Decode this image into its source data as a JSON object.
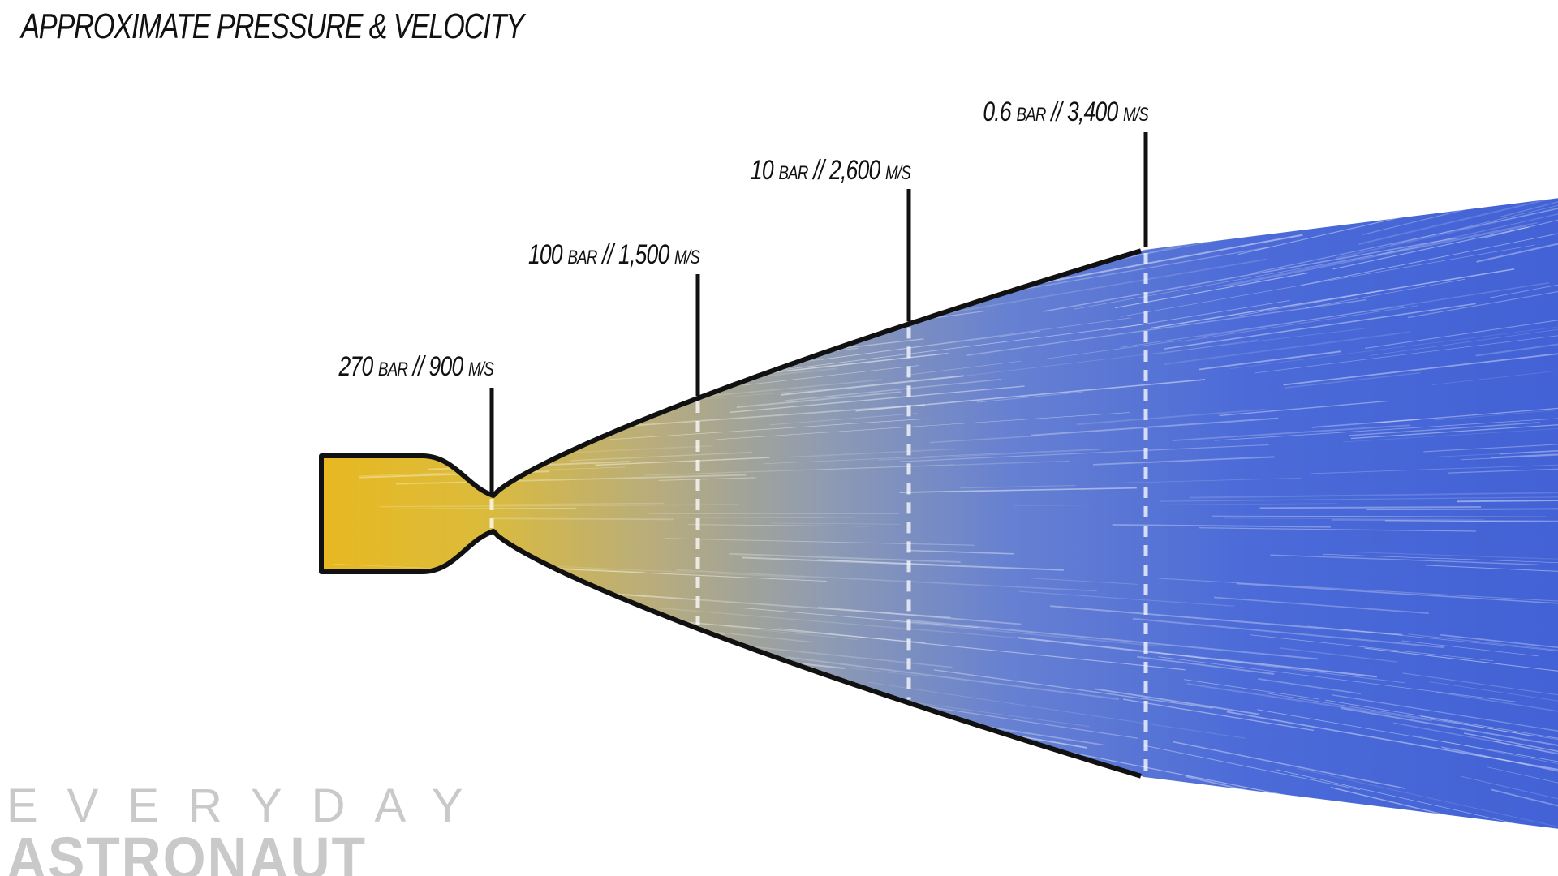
{
  "title": "APPROXIMATE PRESSURE & VELOCITY",
  "stations": [
    {
      "pressure": "270",
      "pressure_unit": "BAR",
      "separator": "//",
      "velocity": "900",
      "velocity_unit": "M/S"
    },
    {
      "pressure": "100",
      "pressure_unit": "BAR",
      "separator": "//",
      "velocity": "1,500",
      "velocity_unit": "M/S"
    },
    {
      "pressure": "10",
      "pressure_unit": "BAR",
      "separator": "//",
      "velocity": "2,600",
      "velocity_unit": "M/S"
    },
    {
      "pressure": "0.6",
      "pressure_unit": "BAR",
      "separator": "//",
      "velocity": "3,400",
      "velocity_unit": "M/S"
    }
  ],
  "logo": {
    "line1": "EVERYDAY",
    "line2": "ASTRONAUT"
  },
  "colors": {
    "chamber": "#e8b820",
    "exhaust": "#4a6ad8",
    "outline": "#111111",
    "logo": "#c9c9c9"
  }
}
